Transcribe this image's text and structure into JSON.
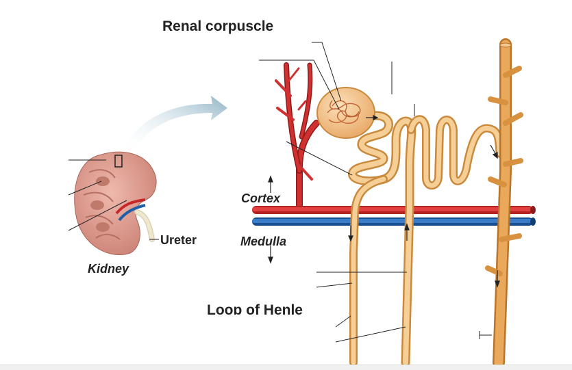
{
  "labels": {
    "renal_corpuscle": "Renal corpuscle",
    "cortex": "Cortex",
    "medulla": "Medulla",
    "ureter": "Ureter",
    "kidney": "Kidney",
    "loop_of_henle": "Loop of Henle"
  },
  "colors": {
    "artery": "#c62828",
    "vein": "#1e5fa8",
    "tubule": "#f2c27e",
    "tubule_edge": "#c98a3e",
    "collecting_duct": "#e9a957",
    "kidney_tissue": "#d99a8e",
    "arrow": "#a9c3cf"
  }
}
